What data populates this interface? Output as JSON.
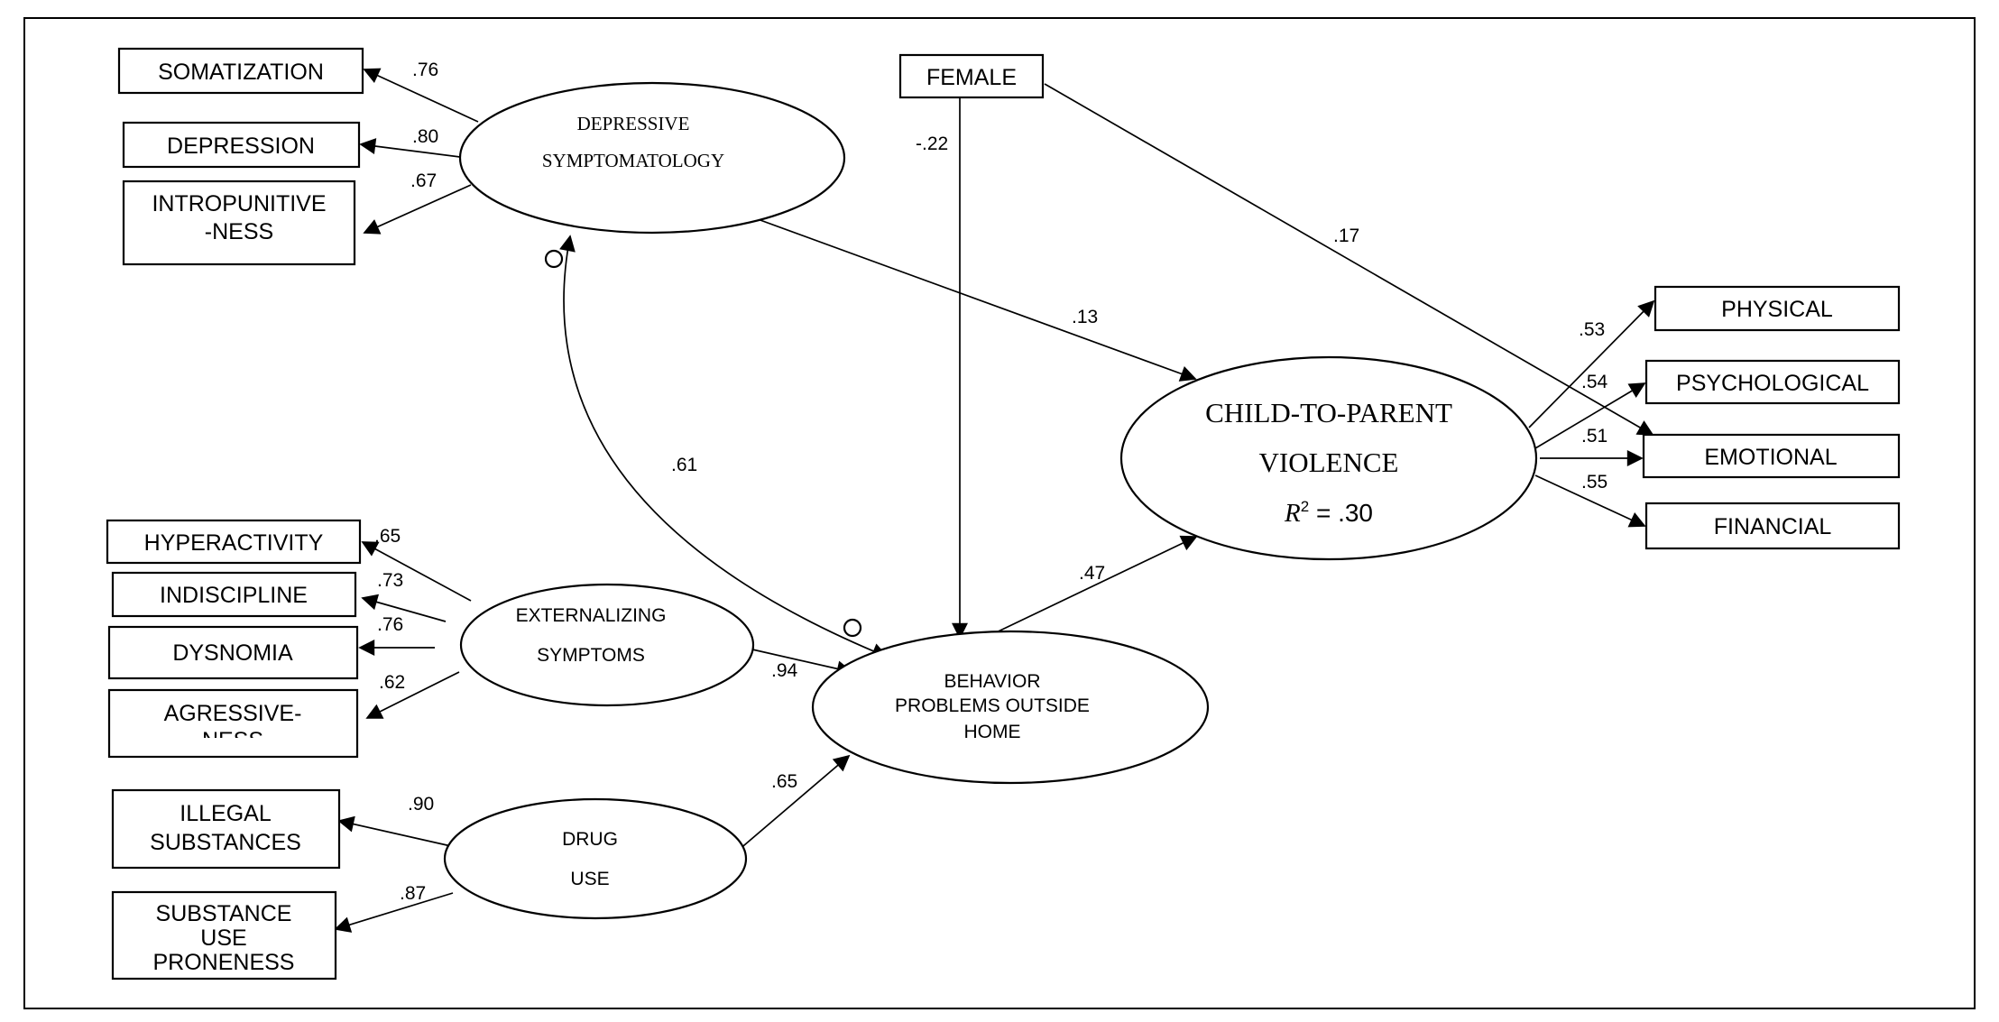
{
  "observed": {
    "somatization": "SOMATIZATION",
    "depression": "DEPRESSION",
    "intropunitive_1": "INTROPUNITIVE",
    "intropunitive_2": "-NESS",
    "female": "FEMALE",
    "hyperactivity": "HYPERACTIVITY",
    "indiscipline": "INDISCIPLINE",
    "dysnomia": "DYSNOMIA",
    "agressive_1": "AGRESSIVE-",
    "agressive_2": "NESS",
    "illegal_1": "ILLEGAL",
    "illegal_2": "SUBSTANCES",
    "proneness_1": "SUBSTANCE",
    "proneness_2": "USE",
    "proneness_3": "PRONENESS",
    "physical": "PHYSICAL",
    "psychological": "PSYCHOLOGICAL",
    "emotional": "EMOTIONAL",
    "financial": "FINANCIAL"
  },
  "latent": {
    "depressive_1": "DEPRESSIVE",
    "depressive_2": "SYMPTOMATOLOGY",
    "externalizing_1": "EXTERNALIZING",
    "externalizing_2": "SYMPTOMS",
    "drug_1": "DRUG",
    "drug_2": "USE",
    "behavior_1": "BEHAVIOR",
    "behavior_2": "PROBLEMS OUTSIDE",
    "behavior_3": "HOME",
    "cpv_1": "CHILD-TO-PARENT",
    "cpv_2": "VIOLENCE",
    "r2_symbol": "R",
    "r2_sup": "2",
    "r2_value": " = .30"
  },
  "coefficients": {
    "somatization": ".76",
    "depression": ".80",
    "intropunitive": ".67",
    "female_behavior": "-.22",
    "female_cpv": ".17",
    "depressive_cpv": ".13",
    "depressive_behavior_cov": ".61",
    "hyperactivity": ".65",
    "indiscipline": ".73",
    "dysnomia": ".76",
    "agressive": ".62",
    "externalizing_behavior": ".94",
    "behavior_cpv": ".47",
    "drug_behavior": ".65",
    "illegal": ".90",
    "proneness": ".87",
    "physical": ".53",
    "psychological": ".54",
    "emotional": ".51",
    "financial": ".55"
  }
}
